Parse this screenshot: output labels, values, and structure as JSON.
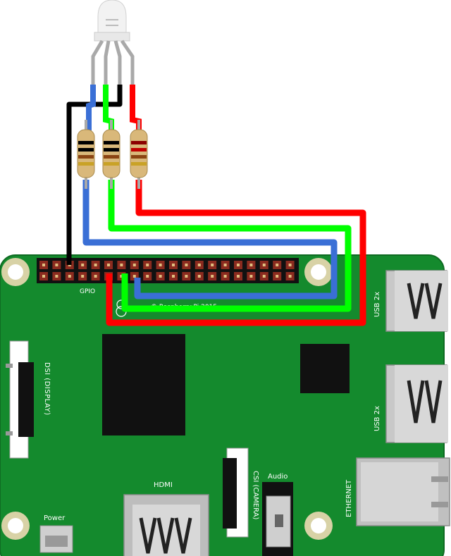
{
  "labels": {
    "gpio": "GPIO",
    "copyright": "© Raspberry Pi 2015",
    "usb_top": "USB 2x",
    "usb_bottom": "USB 2x",
    "dsi": "DSI (DISPLAY)",
    "csi": "CSI (CAMERA)",
    "audio": "Audio",
    "hdmi": "HDMI",
    "power": "Power",
    "ethernet": "ETHERNET"
  },
  "colors": {
    "board": "#148a2d",
    "board_edge": "#0f6b22",
    "wire_red": "#ff0000",
    "wire_green": "#00ff00",
    "wire_blue": "#3a6fd6",
    "wire_black": "#000000",
    "chip": "#111111",
    "header_pin": "#8b2b1f",
    "resistor_body": "#d9b87a"
  },
  "components": {
    "led": "rgb-led-common-cathode",
    "resistors": [
      "resistor-blue-leg",
      "resistor-green-leg",
      "resistor-red-leg"
    ],
    "wires": [
      "black-ground-wire",
      "blue-wire",
      "green-wire",
      "red-wire"
    ]
  }
}
